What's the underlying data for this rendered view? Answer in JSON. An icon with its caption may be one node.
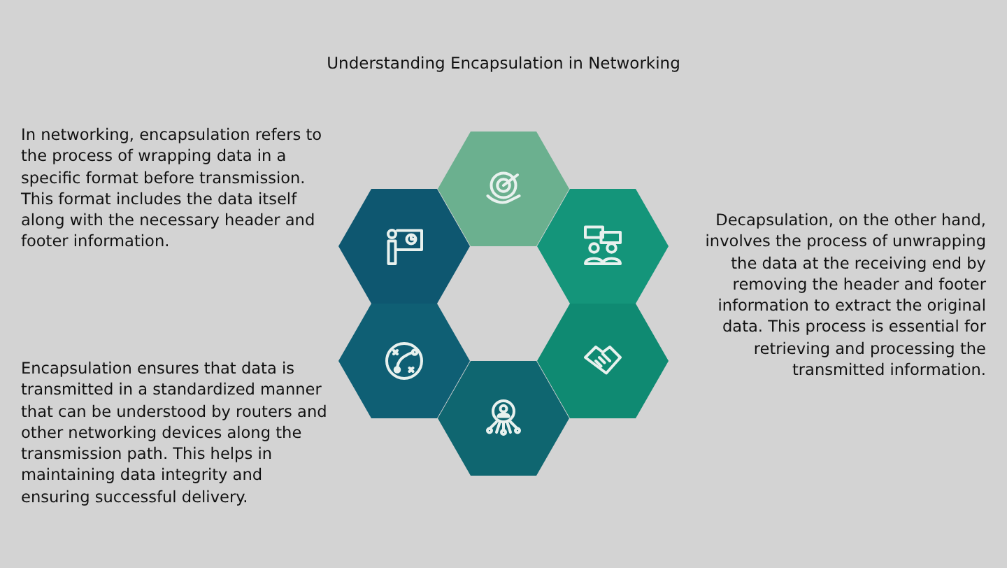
{
  "diagram": {
    "title": "Understanding Encapsulation in Networking",
    "nodes": [
      {
        "text": [],
        "shape": "hexagon"
      },
      {
        "text": [],
        "shape": "hexagon"
      },
      {
        "text": [],
        "shape": "hexagon"
      },
      {
        "text": [],
        "shape": "hexagon"
      },
      {
        "text": [],
        "shape": "hexagon"
      },
      {
        "text": [],
        "shape": "hexagon"
      }
    ],
    "labels": [
      "In networking, encapsulation refers to the process of wrapping data in a specific format before transmission. This format includes the data itself along with the necessary header and footer information.",
      "Decapsulation, on the other hand, involves the process of unwrapping the data at the receiving end by removing the header and footer information to extract the original data. This process is essential for retrieving and processing the transmitted information.",
      "Encapsulation ensures that data is transmitted in a standardized manner that can be understood by routers and other networking devices along the transmission path. This helps in maintaining data integrity and ensuring successful delivery."
    ]
  }
}
